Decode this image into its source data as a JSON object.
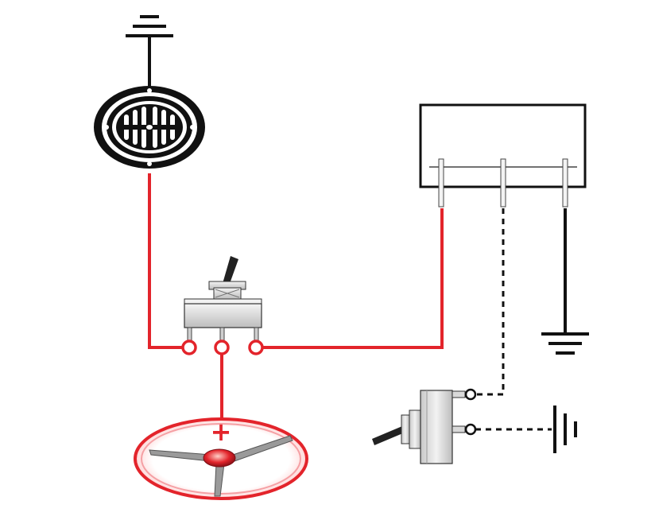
{
  "diagram": {
    "plus_sign": "+",
    "colors": {
      "live_wire": "#e3242b",
      "ground_wire": "#111111",
      "signal_wire": "#111111",
      "metal": "#d7d7d7",
      "outline": "#222222",
      "background": "#ffffff"
    },
    "components": [
      "ground-symbol",
      "horn",
      "relay-box",
      "toggle-switch",
      "steering-wheel-horn-button",
      "dashboard-switch",
      "battery-ground-symbol"
    ]
  }
}
